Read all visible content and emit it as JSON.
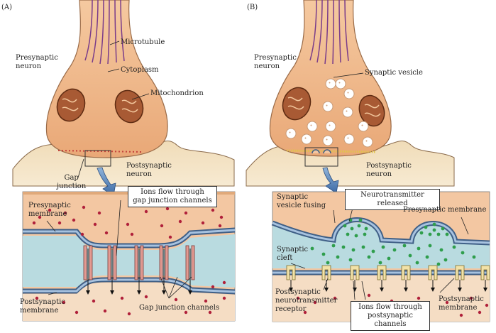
{
  "panels": {
    "a": {
      "panel_label": "(A)",
      "presynaptic_neuron": [
        "Presynaptic",
        "neuron"
      ],
      "microtubule": "Microtubule",
      "cytoplasm": "Cytoplasm",
      "mitochondrion": "Mitochondrion",
      "postsynaptic_neuron": [
        "Postsynaptic",
        "neuron"
      ],
      "gap_junction": [
        "Gap",
        "junction"
      ],
      "presynaptic_membrane": [
        "Presynaptic",
        "membrane"
      ],
      "ions_flow_box": [
        "Ions flow through",
        "gap junction channels"
      ],
      "postsynaptic_membrane": [
        "Postsynaptic",
        "membrane"
      ],
      "gap_junction_channels": "Gap junction channels"
    },
    "b": {
      "panel_label": "(B)",
      "presynaptic_neuron": [
        "Presynaptic",
        "neuron"
      ],
      "synaptic_vesicle": "Synaptic vesicle",
      "postsynaptic_neuron": [
        "Postsynaptic",
        "neuron"
      ],
      "synaptic_vesicle_fusing": [
        "Synaptic",
        "vesicle fusing"
      ],
      "neurotransmitter_released_box": "Neurotransmitter released",
      "presynaptic_membrane": "Presynaptic membrane",
      "synaptic_cleft": [
        "Synaptic",
        "cleft"
      ],
      "postsynaptic_receptor": [
        "Postsynaptic",
        "neurotransmitter",
        "receptor"
      ],
      "ions_flow_box": [
        "Ions flow through",
        "postsynaptic channels"
      ],
      "postsynaptic_membrane": [
        "Postsynaptic",
        "membrane"
      ]
    }
  },
  "colors": {
    "cytoplasm": "#f1b98a",
    "cytoplasm_dark": "#d58f5f",
    "microtubule": "#7a3c8a",
    "cleft": "#b9dbe0",
    "membrane": "#3f5f86",
    "membrane_light": "#a7c2df",
    "ion": "#b0203a",
    "neurotransmitter": "#2f9e4c",
    "gap_channel": "#e39a92",
    "arrow_blue": "#5b86b8"
  }
}
